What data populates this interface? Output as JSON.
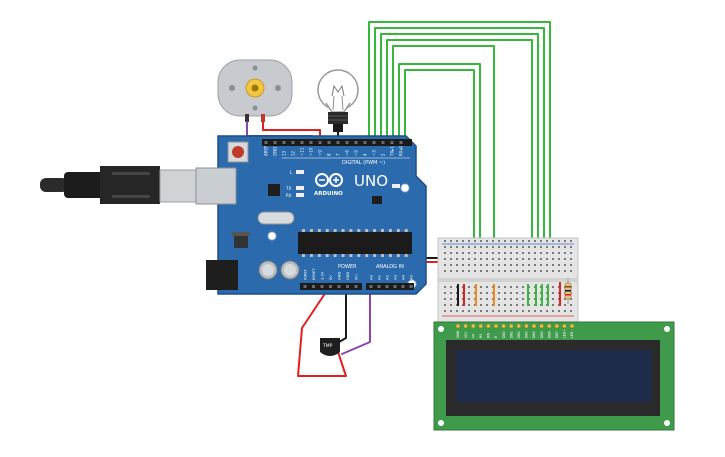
{
  "arduino": {
    "logo": "UNO",
    "brand": "ARDUINO",
    "digital_label": "DIGITAL (PWM ~)",
    "power_label": "POWER",
    "analog_label": "ANALOG IN",
    "on_label": "ON",
    "l_label": "L",
    "tx_label": "TX",
    "rx_label": "RX",
    "digital_pins": [
      "AREF",
      "GND",
      "13",
      "12",
      "~11",
      "~10",
      "~9",
      "8",
      "7",
      "~6",
      "~5",
      "4",
      "~3",
      "2",
      "TX▸1",
      "RX◂0"
    ],
    "power_pins": [
      "IOREF",
      "RESET",
      "3.3V",
      "5V",
      "GND",
      "GND",
      "Vin"
    ],
    "analog_pins": [
      "A0",
      "A1",
      "A2",
      "A3",
      "A4",
      "A5"
    ]
  },
  "sensor": {
    "label": "TMP"
  },
  "lcd": {
    "pins": [
      "GND",
      "VCC",
      "V0",
      "RS",
      "RW",
      "E",
      "DB0",
      "DB1",
      "DB2",
      "DB3",
      "DB4",
      "DB5",
      "DB6",
      "DB7",
      "LED+",
      "LED-"
    ]
  },
  "colors": {
    "board": "#2a6aad",
    "board_edge": "#1d4f87",
    "wire_green": "#36b83a",
    "wire_purple": "#8e44ad",
    "wire_red": "#e02020",
    "wire_black": "#1a1a1a",
    "wire_orange": "#f08a1c",
    "lcd_pcb": "#3f9a4c",
    "lcd_screen": "#1e2b4a"
  }
}
